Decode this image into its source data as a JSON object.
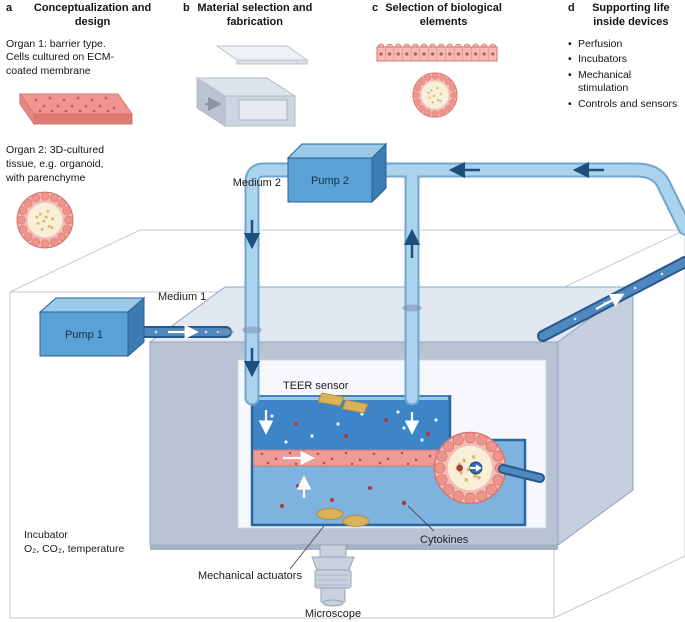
{
  "panels": {
    "a": {
      "letter": "a",
      "title": "Conceptualization and design",
      "organ1": "Organ 1: barrier type. Cells cultured on ECM-coated membrane",
      "organ2": "Organ 2: 3D-cultured tissue, e.g. organoid, with parenchyme"
    },
    "b": {
      "letter": "b",
      "title": "Material selection and fabrication"
    },
    "c": {
      "letter": "c",
      "title": "Selection of biological elements"
    },
    "d": {
      "letter": "d",
      "title": "Supporting life inside devices",
      "bullets": [
        "Perfusion",
        "Incubators",
        "Mechanical stimulation",
        "Controls and sensors"
      ]
    }
  },
  "diagram": {
    "medium2_label": "Medium 2",
    "pump2_label": "Pump 2",
    "medium1_label": "Medium 1",
    "pump1_label": "Pump 1",
    "teer_label": "TEER sensor",
    "cytokines_label": "Cytokines",
    "actuators_label": "Mechanical actuators",
    "microscope_label": "Microscope",
    "incubator_label": "Incubator",
    "incubator_sub": "O₂, CO₂, temperature"
  },
  "colors": {
    "membrane_pink": "#ef9a94",
    "medium2_blue": "#abd3ee",
    "medium1_blue": "#27598c",
    "chamber_blue": "#3d85c8",
    "sensor_gold": "#d9b25a",
    "cytokine_red": "#b03a33"
  }
}
